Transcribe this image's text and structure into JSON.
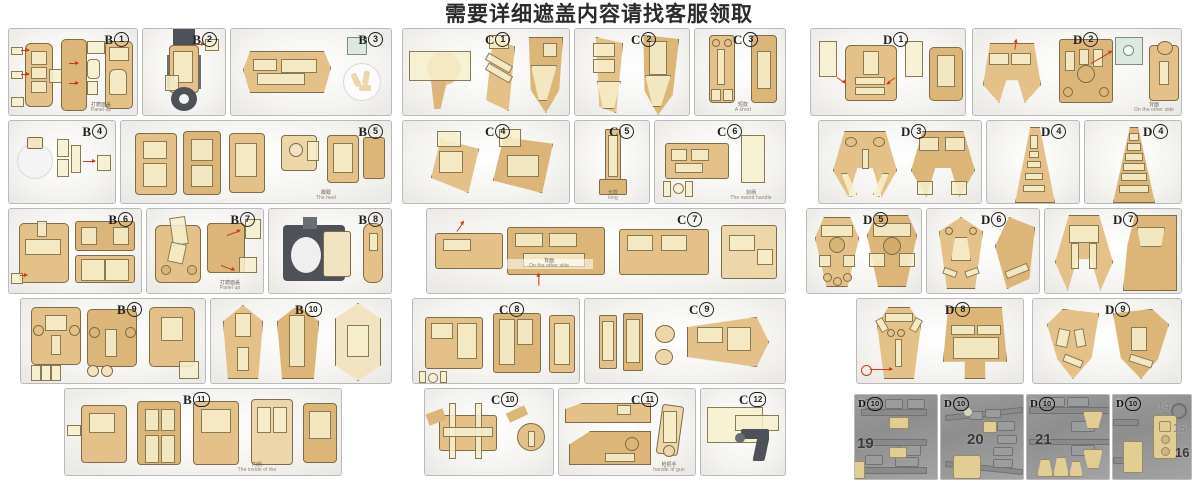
{
  "header": {
    "title": "需要详细遮盖内容请找客服领取"
  },
  "columns": [
    {
      "id": "B",
      "rows": [
        {
          "panels": [
            {
              "label_letter": "B",
              "label_number": "1",
              "caption_cn": "打磨面盖",
              "caption_en": "Panel up"
            },
            {
              "label_letter": "B",
              "label_number": "2",
              "caption_cn": "",
              "caption_en": ""
            },
            {
              "label_letter": "B",
              "label_number": "3",
              "caption_cn": "",
              "caption_en": ""
            }
          ]
        },
        {
          "panels": [
            {
              "label_letter": "B",
              "label_number": "4",
              "caption_cn": "",
              "caption_en": ""
            },
            {
              "label_letter": "B",
              "label_number": "5",
              "caption_cn": "脚跟",
              "caption_en": "The heel"
            }
          ]
        },
        {
          "panels": [
            {
              "label_letter": "B",
              "label_number": "6",
              "caption_cn": "",
              "caption_en": ""
            },
            {
              "label_letter": "B",
              "label_number": "7",
              "caption_cn": "打磨面盖",
              "caption_en": "Panel up"
            },
            {
              "label_letter": "B",
              "label_number": "8",
              "caption_cn": "",
              "caption_en": ""
            }
          ]
        },
        {
          "panels": [
            {
              "label_letter": "B",
              "label_number": "9",
              "caption_cn": "",
              "caption_en": ""
            },
            {
              "label_letter": "B",
              "label_number": "10",
              "caption_cn": "",
              "caption_en": ""
            }
          ]
        },
        {
          "panels": [
            {
              "label_letter": "B",
              "label_number": "11",
              "caption_cn": "内侧",
              "caption_en": "The inside of the"
            }
          ]
        }
      ]
    },
    {
      "id": "C",
      "rows": [
        {
          "panels": [
            {
              "label_letter": "C",
              "label_number": "1",
              "caption_cn": "",
              "caption_en": ""
            },
            {
              "label_letter": "C",
              "label_number": "2",
              "caption_cn": "",
              "caption_en": ""
            },
            {
              "label_letter": "C",
              "label_number": "3",
              "caption_cn": "短款",
              "caption_en": "A short"
            }
          ]
        },
        {
          "panels": [
            {
              "label_letter": "C",
              "label_number": "4",
              "caption_cn": "",
              "caption_en": ""
            },
            {
              "label_letter": "C",
              "label_number": "5",
              "caption_cn": "长款",
              "caption_en": "long"
            },
            {
              "label_letter": "C",
              "label_number": "6",
              "caption_cn": "剑柄",
              "caption_en": "The sword handle"
            }
          ]
        },
        {
          "panels": [
            {
              "label_letter": "C",
              "label_number": "7",
              "caption_cn": "背面",
              "caption_en": "On the other side"
            }
          ]
        },
        {
          "panels": [
            {
              "label_letter": "C",
              "label_number": "8",
              "caption_cn": "",
              "caption_en": ""
            },
            {
              "label_letter": "C",
              "label_number": "9",
              "caption_cn": "",
              "caption_en": ""
            }
          ]
        },
        {
          "panels": [
            {
              "label_letter": "C",
              "label_number": "10",
              "caption_cn": "",
              "caption_en": ""
            },
            {
              "label_letter": "C",
              "label_number": "11",
              "caption_cn": "枪把手",
              "caption_en": "handle of gun"
            },
            {
              "label_letter": "C",
              "label_number": "12",
              "caption_cn": "",
              "caption_en": ""
            }
          ]
        }
      ]
    },
    {
      "id": "D",
      "rows": [
        {
          "panels": [
            {
              "label_letter": "D",
              "label_number": "1",
              "caption_cn": "",
              "caption_en": ""
            },
            {
              "label_letter": "D",
              "label_number": "2",
              "caption_cn": "背面",
              "caption_en": "On the other side"
            }
          ]
        },
        {
          "panels": [
            {
              "label_letter": "D",
              "label_number": "3",
              "caption_cn": "",
              "caption_en": ""
            },
            {
              "label_letter": "D",
              "label_number": "4",
              "caption_cn": "",
              "caption_en": ""
            },
            {
              "label_letter": "D",
              "label_number": "4",
              "caption_cn": "",
              "caption_en": ""
            }
          ]
        },
        {
          "panels": [
            {
              "label_letter": "D",
              "label_number": "5",
              "caption_cn": "",
              "caption_en": ""
            },
            {
              "label_letter": "D",
              "label_number": "6",
              "caption_cn": "",
              "caption_en": ""
            },
            {
              "label_letter": "D",
              "label_number": "7",
              "caption_cn": "",
              "caption_en": ""
            }
          ]
        },
        {
          "panels": [
            {
              "label_letter": "D",
              "label_number": "8",
              "caption_cn": "",
              "caption_en": ""
            },
            {
              "label_letter": "D",
              "label_number": "9",
              "caption_cn": "",
              "caption_en": ""
            }
          ]
        }
      ]
    }
  ],
  "runners": [
    {
      "label_letter": "D",
      "label_number": "10",
      "sprue_number": "19",
      "extra_numbers": []
    },
    {
      "label_letter": "D",
      "label_number": "10",
      "sprue_number": "20",
      "extra_numbers": []
    },
    {
      "label_letter": "D",
      "label_number": "10",
      "sprue_number": "21",
      "extra_numbers": []
    },
    {
      "label_letter": "D",
      "label_number": "10",
      "sprue_number": "16",
      "extra_numbers": [
        "14",
        "15"
      ]
    }
  ],
  "colors": {
    "plastic_tan": "#e4c188",
    "mask_yellow": "#f7f0ce",
    "mask_green": "#d6e6da",
    "arrow_red": "#cc3b20",
    "panel_border": "#b9b9b9",
    "panel_bg": "#f6f5f3",
    "runner_grey": "#9b9b9b",
    "title_color": "#2b2b2b"
  }
}
